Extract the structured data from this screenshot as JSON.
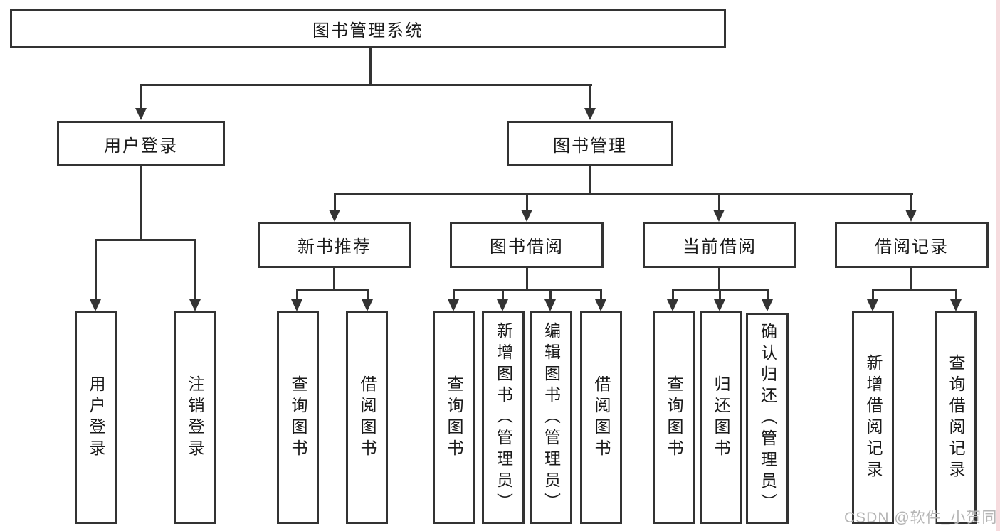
{
  "diagram": {
    "root": {
      "label": "图书管理系统"
    },
    "level2": [
      {
        "label": "用户登录"
      },
      {
        "label": "图书管理"
      }
    ],
    "level3": [
      {
        "label": "新书推荐"
      },
      {
        "label": "图书借阅"
      },
      {
        "label": "当前借阅"
      },
      {
        "label": "借阅记录"
      }
    ],
    "leaves": {
      "user_login": [
        {
          "label": "用户登录"
        },
        {
          "label": "注销登录"
        }
      ],
      "new_book": [
        {
          "label": "查询图书"
        },
        {
          "label": "借阅图书"
        }
      ],
      "book_borrow": [
        {
          "label": "查询图书"
        },
        {
          "label": "新增图书（管理员）"
        },
        {
          "label": "编辑图书（管理员）"
        },
        {
          "label": "借阅图书"
        }
      ],
      "current_borrow": [
        {
          "label": "查询图书"
        },
        {
          "label": "归还图书"
        },
        {
          "label": "确认归还（管理员）"
        }
      ],
      "borrow_record": [
        {
          "label": "新增借阅记录"
        },
        {
          "label": "查询借阅记录"
        }
      ]
    },
    "watermark": "CSDN @软件_小贺同学"
  },
  "colors": {
    "line": "#333333",
    "box_border": "#333333",
    "text": "#1a1a1a",
    "watermark": "#b5b5b5",
    "right_edge_strip": "#f6dbde",
    "background": "#ffffff"
  }
}
